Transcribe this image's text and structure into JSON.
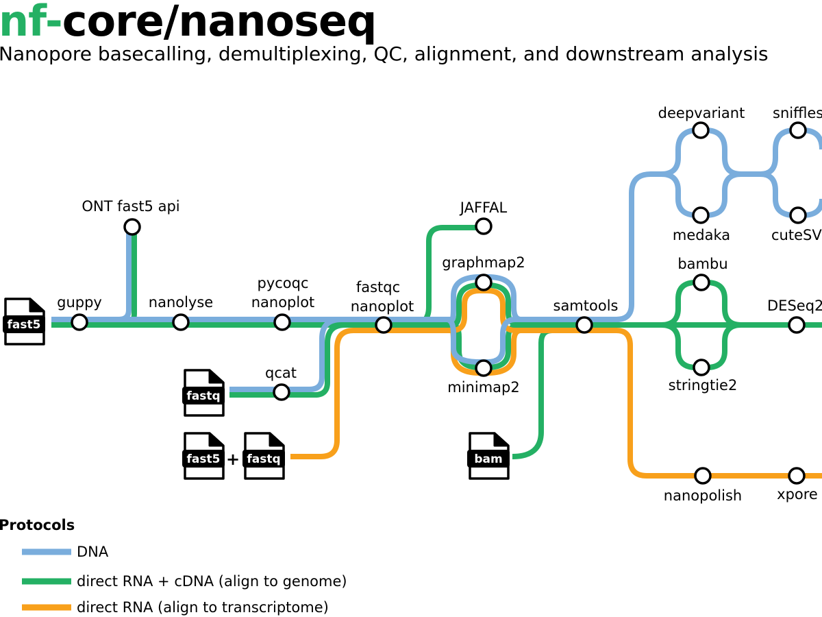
{
  "header": {
    "title_prefix": "nf-",
    "title_main": "core/nanoseq",
    "subtitle": "Nanopore basecalling, demultiplexing, QC, alignment, and downstream analysis"
  },
  "colors": {
    "dna": "#7aaddc",
    "rna_genome": "#24b064",
    "rna_transcriptome": "#f8a01b",
    "brand": "#24b064"
  },
  "stations": {
    "guppy": "guppy",
    "ont_fast5_api": "ONT fast5 api",
    "nanolyse": "nanolyse",
    "pycoqc": "pycoqc",
    "nanoplot": "nanoplot",
    "fastqc": "fastqc",
    "nanoplot2": "nanoplot",
    "qcat": "qcat",
    "jaffal": "JAFFAL",
    "graphmap2": "graphmap2",
    "minimap2": "minimap2",
    "samtools": "samtools",
    "deepvariant": "deepvariant",
    "medaka": "medaka",
    "sniffles": "sniffles",
    "cutesv": "cuteSV",
    "bambu": "bambu",
    "stringtie2": "stringtie2",
    "deseq2": "DESeq2",
    "nanopolish": "nanopolish",
    "xpore": "xpore"
  },
  "files": {
    "fast5": "fast5",
    "fastq": "fastq",
    "fast5_pair": "fast5",
    "fastq_pair": "fastq",
    "plus": "+",
    "bam": "bam"
  },
  "legend": {
    "title": "Protocols",
    "items": [
      {
        "label": "DNA",
        "color": "#7aaddc"
      },
      {
        "label": "direct RNA + cDNA (align to genome)",
        "color": "#24b064"
      },
      {
        "label": "direct RNA (align to transcriptome)",
        "color": "#f8a01b"
      }
    ]
  }
}
